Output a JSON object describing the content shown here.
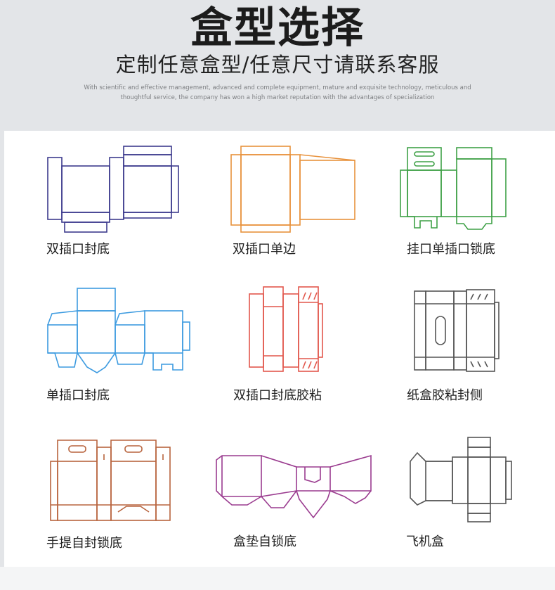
{
  "header": {
    "title": "盒型选择",
    "subtitle": "定制任意盒型/任意尺寸请联系客服",
    "english_line1": "With scientific and effective management, advanced and complete equipment, mature and exquisite technology, meticulous and",
    "english_line2": "thoughtful service, the company has won a high market reputation with the advantages of specialization"
  },
  "boxes": [
    {
      "label": "双插口封底",
      "icon": "double-tuck-lock-bottom-dieline-icon",
      "color": "#3d3b8e"
    },
    {
      "label": "双插口单边",
      "icon": "double-tuck-single-side-dieline-icon",
      "color": "#e8923c"
    },
    {
      "label": "挂口单插口锁底",
      "icon": "hanger-tuck-lock-bottom-dieline-icon",
      "color": "#3fa147"
    },
    {
      "label": "单插口封底",
      "icon": "single-tuck-lock-bottom-dieline-icon",
      "color": "#3d9be0"
    },
    {
      "label": "双插口封底胶粘",
      "icon": "double-tuck-glued-bottom-dieline-icon",
      "color": "#e2574c"
    },
    {
      "label": "纸盒胶粘封侧",
      "icon": "glued-side-carton-dieline-icon",
      "color": "#555555"
    },
    {
      "label": "手提自封锁底",
      "icon": "handle-self-lock-bottom-dieline-icon",
      "color": "#b8643e"
    },
    {
      "label": "盒垫自锁底",
      "icon": "box-pad-self-lock-bottom-dieline-icon",
      "color": "#9a3b8f"
    },
    {
      "label": "飞机盒",
      "icon": "mailer-box-dieline-icon",
      "color": "#555555"
    }
  ]
}
